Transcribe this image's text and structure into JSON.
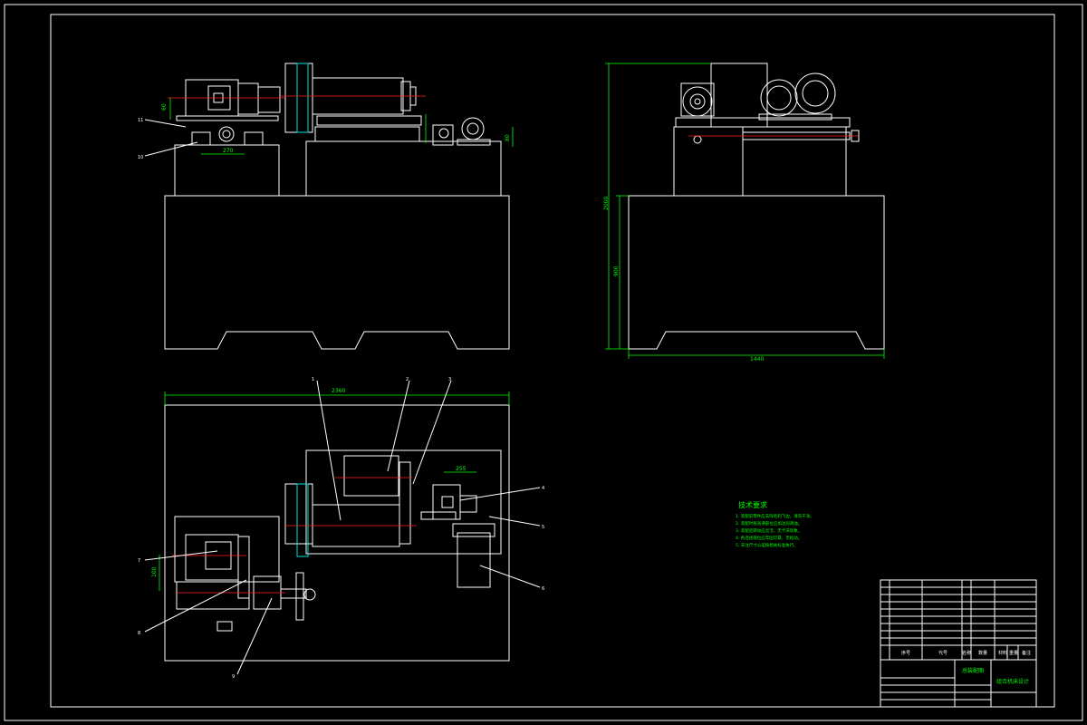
{
  "drawing": {
    "balloons": [
      "11",
      "10",
      "1",
      "2",
      "3",
      "4",
      "5",
      "6",
      "7",
      "8",
      "9"
    ],
    "dimensions": {
      "top_height_small": "60",
      "top_width_small": "270",
      "top_right_height": "80",
      "side_overall_height": "2000",
      "side_lower_height": "900",
      "side_width": "1440",
      "plan_width": "2360",
      "plan_small_width": "255",
      "plan_left_height": "100"
    }
  },
  "technical_requirements": {
    "title": "技术要求",
    "items": [
      "1. 装配前零件应去除毛刺飞边，清洗干净。",
      "2. 装配时各润滑部位应加注润滑油。",
      "3. 装配后转动应灵活，无卡滞现象。",
      "4. 各连接部位应牢固可靠，无松动。",
      "5. 未注尺寸公差按相关标准执行。"
    ]
  },
  "title_block": {
    "parts_list_rows": [
      "",
      "",
      "",
      "",
      "",
      "",
      "",
      "",
      "",
      "",
      ""
    ],
    "header": [
      "序号",
      "代号",
      "名称",
      "数量",
      "材料",
      "重量",
      "备注"
    ],
    "drawing_name": "总装配图",
    "school": "组合机床设计"
  }
}
